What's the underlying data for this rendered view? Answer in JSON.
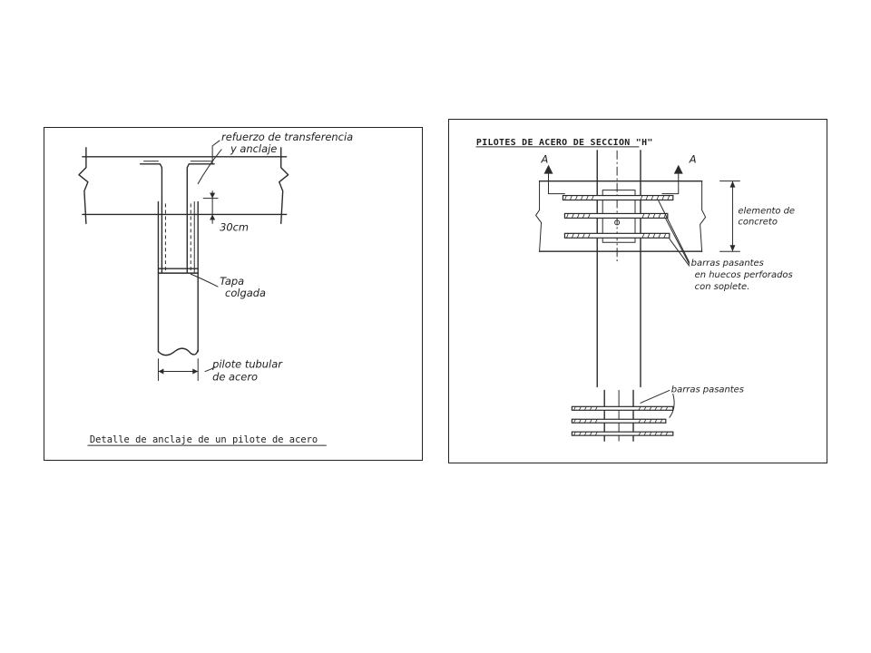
{
  "left_panel": {
    "caption": "Detalle de anclaje de un pilote de acero",
    "labels": {
      "refuerzo_line1": "refuerzo de transferencia",
      "refuerzo_line2": "y anclaje",
      "dimension": "30cm",
      "tapa_line1": "Tapa",
      "tapa_line2": "colgada",
      "pilote_line1": "pilote tubular",
      "pilote_line2": "de acero"
    }
  },
  "right_panel": {
    "title": "PILOTES DE ACERO DE SECCION \"H\"",
    "labels": {
      "section_mark_left": "A",
      "section_mark_right": "A",
      "elemento_line1": "elemento de",
      "elemento_line2": "concreto",
      "barras_line1": "barras pasantes",
      "barras_line2": "en huecos perforados",
      "barras_line3": "con soplete.",
      "barras_bottom": "barras pasantes"
    }
  }
}
